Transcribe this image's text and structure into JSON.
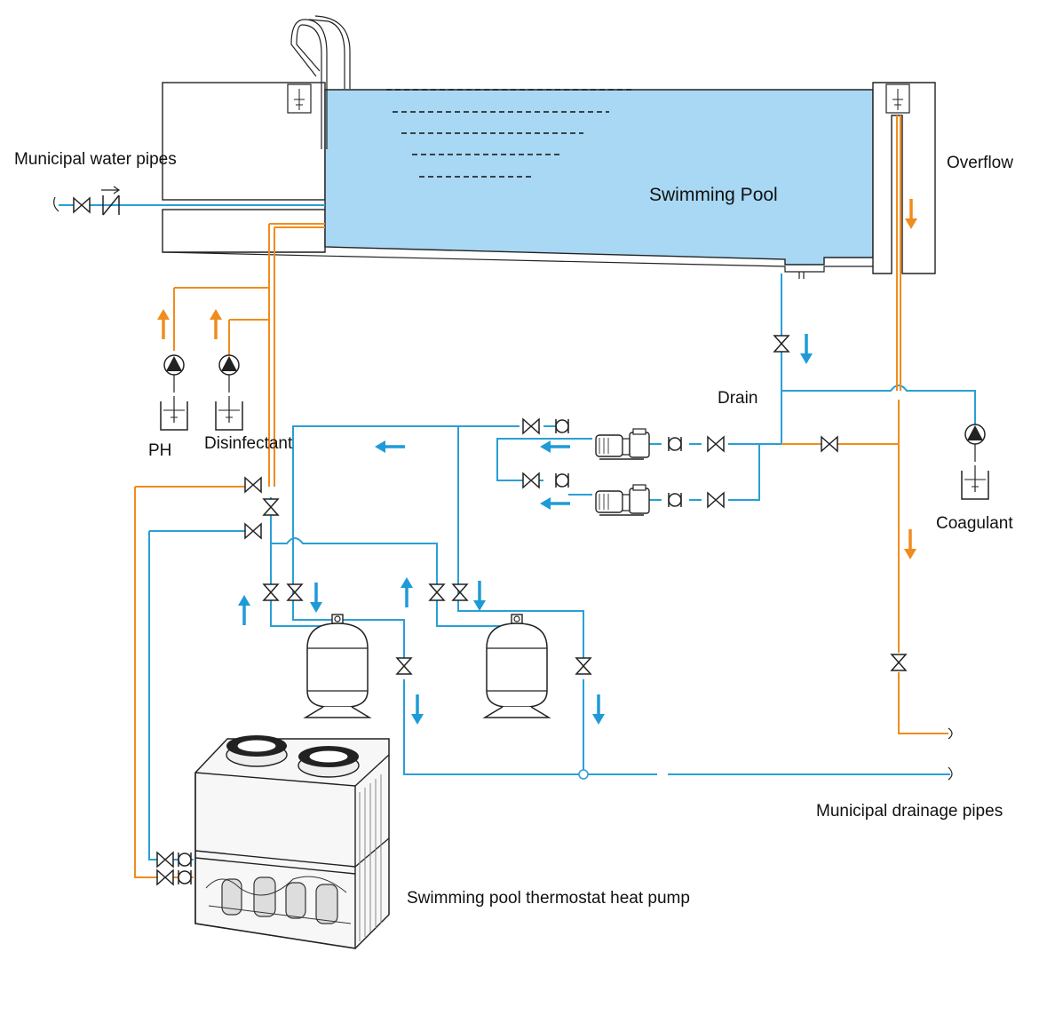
{
  "labels": {
    "municipal_water": "Municipal water pipes",
    "overflow": "Overflow",
    "swimming_pool": "Swimming Pool",
    "drain": "Drain",
    "ph": "PH",
    "disinfectant": "Disinfectant",
    "coagulant": "Coagulant",
    "municipal_drainage": "Municipal drainage pipes",
    "heat_pump": "Swimming pool thermostat heat pump"
  },
  "colors": {
    "water_pipe": "#2a9fd6",
    "warm_pipe": "#f08c1e",
    "arrow_blue": "#1e9bd7",
    "arrow_orange": "#f08c1e",
    "pool_water": "#a8d8f4"
  },
  "icons": [
    "valve-icon",
    "check-valve-icon",
    "dosing-pump-icon",
    "chemical-tank-icon",
    "water-pump-icon",
    "sand-filter-icon",
    "heat-pump-unit-icon",
    "flow-arrow-icon"
  ]
}
